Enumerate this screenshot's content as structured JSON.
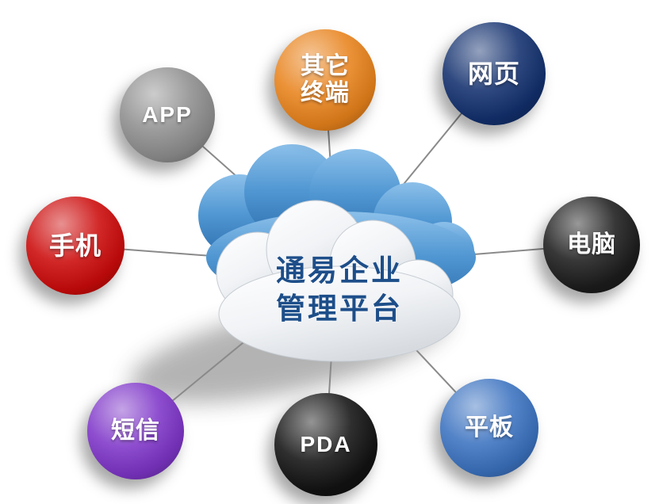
{
  "diagram": {
    "center": {
      "title": "通易企业\n管理平台",
      "title_color": "#1d4e89",
      "cloud_back_color": "#4f96d2",
      "cloud_front_color": "#ffffff"
    },
    "connector_color": "#8a8a8a",
    "nodes": [
      {
        "id": "other-terminals",
        "label": "其它\n终端",
        "color": "#e8821b"
      },
      {
        "id": "web",
        "label": "网页",
        "color": "#12306e"
      },
      {
        "id": "app",
        "label": "APP",
        "color": "#8e8e8e"
      },
      {
        "id": "mobile",
        "label": "手机",
        "color": "#cc0a0a"
      },
      {
        "id": "computer",
        "label": "电脑",
        "color": "#1c1c1c"
      },
      {
        "id": "sms",
        "label": "短信",
        "color": "#7e35c8"
      },
      {
        "id": "pda",
        "label": "PDA",
        "color": "#121212"
      },
      {
        "id": "tablet",
        "label": "平板",
        "color": "#3b72c0"
      }
    ]
  }
}
